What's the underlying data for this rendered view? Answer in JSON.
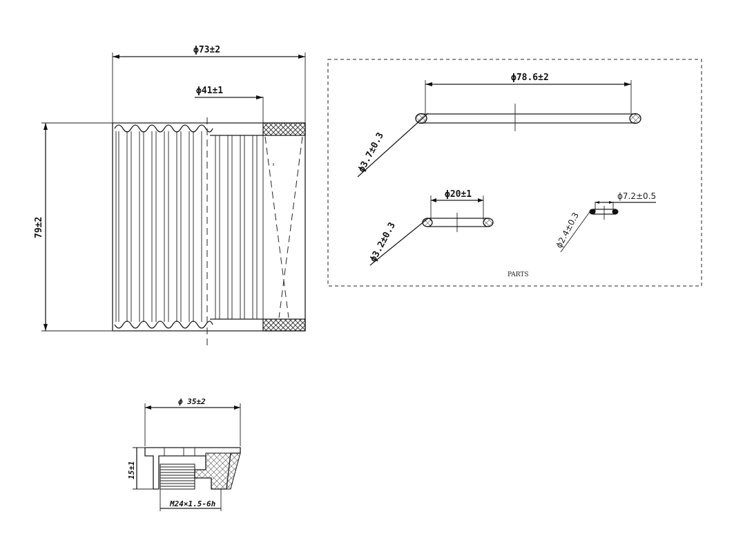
{
  "filter": {
    "outer_diameter": "ϕ73±2",
    "inner_diameter": "ϕ41±1",
    "height": "79±2"
  },
  "parts": {
    "caption": "PARTS",
    "large_ring": {
      "diameter": "ϕ78.6±2",
      "section": "ϕ3.7±0.3"
    },
    "medium_ring": {
      "diameter": "ϕ20±1",
      "section": "ϕ3.2±0.3"
    },
    "small_ring": {
      "diameter": "ϕ7.2±0.5",
      "section": "ϕ2.4±0.3"
    }
  },
  "cap": {
    "diameter": "ϕ 35±2",
    "height": "15±1",
    "thread": "M24×1.5-6h"
  }
}
